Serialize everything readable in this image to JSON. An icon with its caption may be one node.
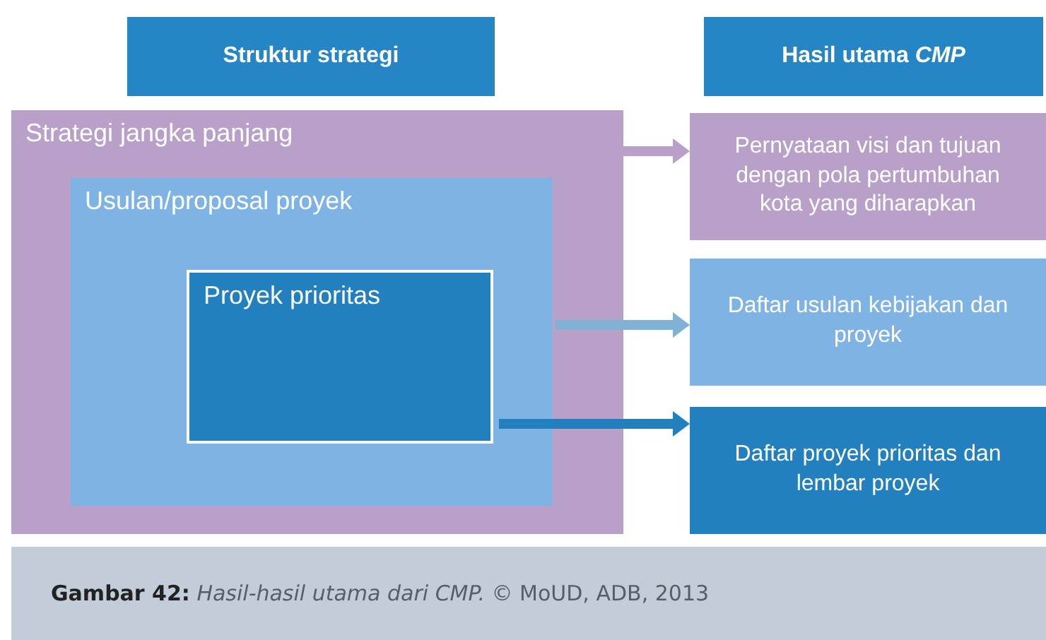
{
  "diagram": {
    "caption": "**Gambar 42:**  *Hasil-hasil utama dari CMP.* © MoUD, ADB, 2013",
    "nodes": [
      {
        "text": [
          "Struktur strategi"
        ]
      },
      {
        "text": [
          "Hasil utama *CMP*"
        ]
      },
      {
        "text": [
          "Strategi jangka panjang"
        ]
      },
      {
        "text": [
          "Usulan/proposal proyek"
        ],
        "in": 2
      },
      {
        "text": [
          "Proyek prioritas"
        ],
        "in": 3
      },
      {
        "text": [
          "Pernyataan visi dan tujuan dengan pola pertumbuhan kota yang diharapkan"
        ]
      },
      {
        "text": [
          "Daftar usulan kebijakan dan proyek"
        ]
      },
      {
        "text": [
          "Daftar proyek prioritas dan lembar proyek"
        ]
      }
    ],
    "edges": [
      {
        "from": 2,
        "to": 5,
        "arrow": "to",
        "color": "#b9a0c9"
      },
      {
        "from": 3,
        "to": 6,
        "arrow": "to",
        "color": "#82b1d6"
      },
      {
        "from": 4,
        "to": 7,
        "arrow": "to",
        "color": "#2380bf"
      }
    ]
  }
}
